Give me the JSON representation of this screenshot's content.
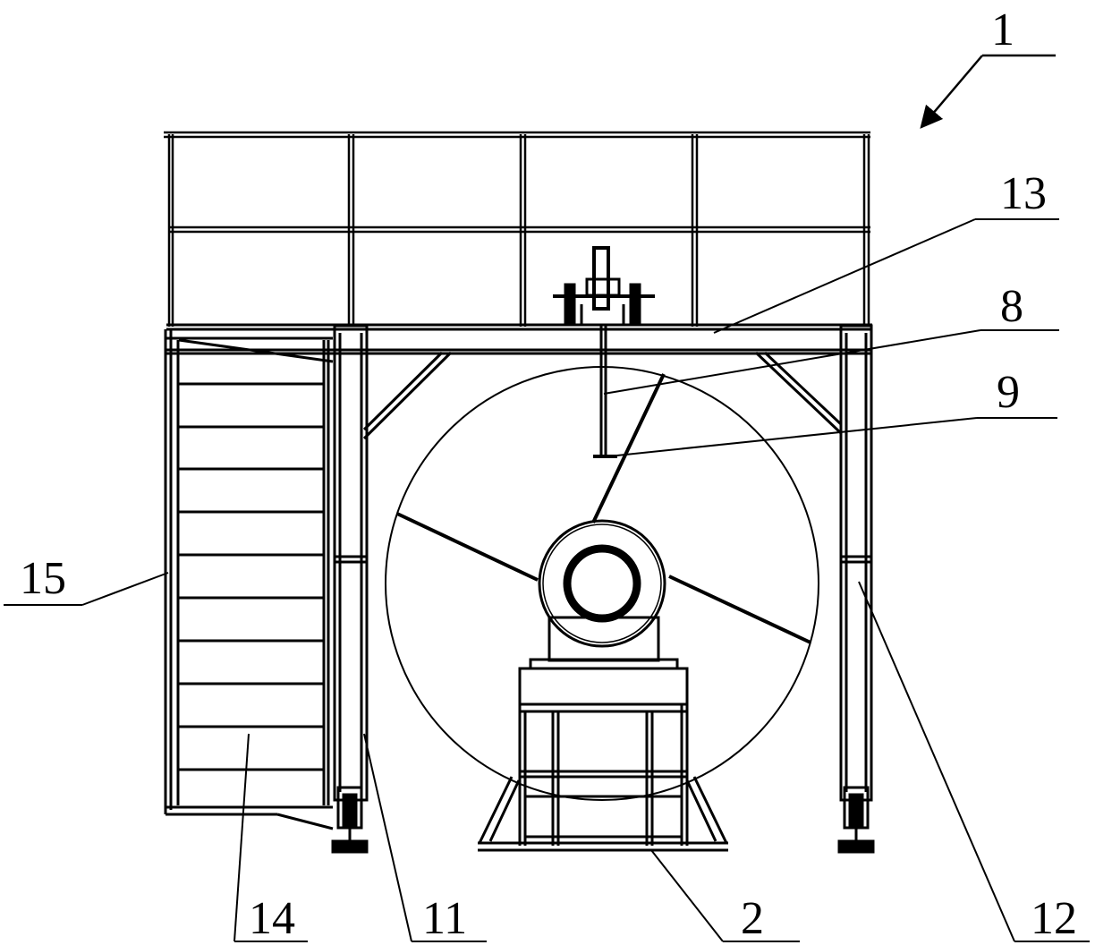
{
  "diagram": {
    "labels": [
      {
        "id": "1",
        "text": "1"
      },
      {
        "id": "13",
        "text": "13"
      },
      {
        "id": "8",
        "text": "8"
      },
      {
        "id": "9",
        "text": "9"
      },
      {
        "id": "15",
        "text": "15"
      },
      {
        "id": "14",
        "text": "14"
      },
      {
        "id": "11",
        "text": "11"
      },
      {
        "id": "2",
        "text": "2"
      },
      {
        "id": "12",
        "text": "12"
      }
    ]
  },
  "colors": {
    "stroke": "#000000",
    "background": "#ffffff"
  }
}
